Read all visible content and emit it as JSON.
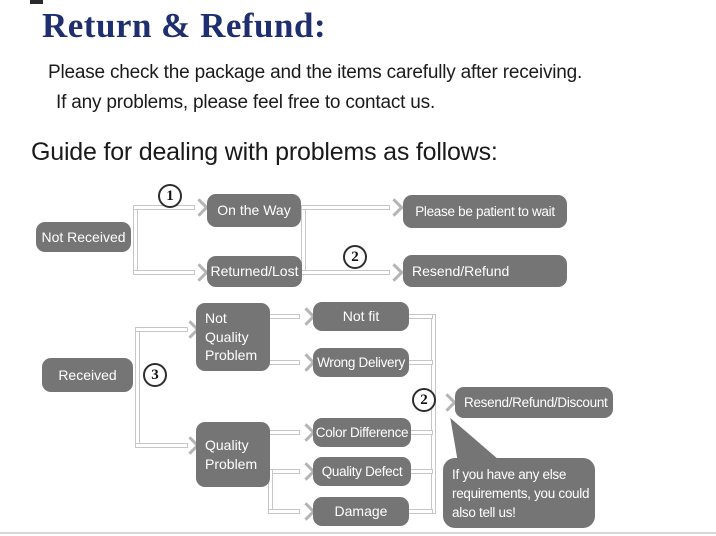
{
  "header": {
    "title": "Return & Refund:",
    "intro_line1": "Please check the package and the items carefully after receiving.",
    "intro_line2": "If any problems, please feel free to contact us.",
    "guide_heading": "Guide for dealing with problems as follows:"
  },
  "colors": {
    "title_navy": "#1e2e6e",
    "box_gray": "#757575",
    "line_gray": "#c6c6c6",
    "arrow_gray": "#b4b4b4"
  },
  "flowchart": {
    "markers": {
      "step1": "1",
      "step2": "2",
      "step3": "3"
    },
    "nodes": {
      "not_received": "Not Received",
      "on_the_way": "On the Way",
      "returned_lost": "Returned/Lost",
      "be_patient": "Please be patient to wait",
      "resend_refund": "Resend/Refund",
      "received": "Received",
      "not_quality_problem": "Not Quality Problem",
      "quality_problem": "Quality Problem",
      "not_fit": "Not fit",
      "wrong_delivery": "Wrong Delivery",
      "color_difference": "Color Difference",
      "quality_defect": "Quality Defect",
      "damage": "Damage",
      "resend_refund_discount": "Resend/Refund/Discount"
    },
    "bubble": {
      "line1": "If you have any else",
      "line2": "requirements, you could",
      "line3": "also tell us!"
    }
  }
}
